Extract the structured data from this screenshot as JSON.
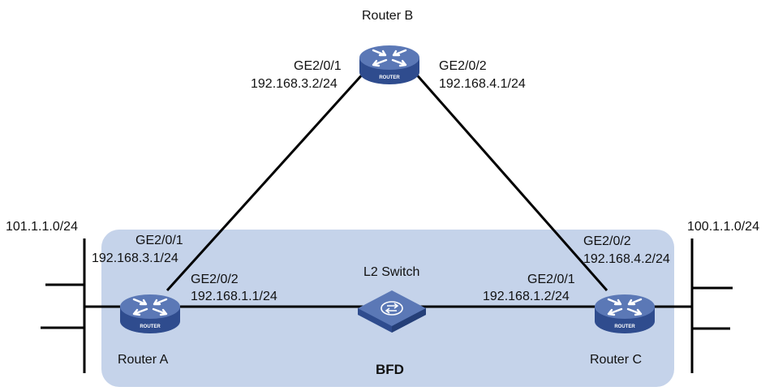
{
  "colors": {
    "bfd_area": "#c5d3ea",
    "router_top": "#5b78b6",
    "router_side": "#2f4c8e",
    "router_arrows": "#ffffff",
    "link": "#000000"
  },
  "devices": {
    "router_a": {
      "name": "Router A",
      "badge": "ROUTER",
      "icon": "router-icon"
    },
    "router_b": {
      "name": "Router B",
      "badge": "ROUTER",
      "icon": "router-icon"
    },
    "router_c": {
      "name": "Router C",
      "badge": "ROUTER",
      "icon": "router-icon"
    },
    "l2_switch": {
      "name": "L2 Switch",
      "icon": "switch-icon"
    }
  },
  "interfaces": {
    "b_ge201": {
      "port": "GE2/0/1",
      "ip": "192.168.3.2/24"
    },
    "b_ge202": {
      "port": "GE2/0/2",
      "ip": "192.168.4.1/24"
    },
    "a_ge201": {
      "port": "GE2/0/1",
      "ip": "192.168.3.1/24"
    },
    "a_ge202": {
      "port": "GE2/0/2",
      "ip": "192.168.1.1/24"
    },
    "c_ge201": {
      "port": "GE2/0/1",
      "ip": "192.168.1.2/24"
    },
    "c_ge202": {
      "port": "GE2/0/2",
      "ip": "192.168.4.2/24"
    }
  },
  "networks": {
    "left": "101.1.1.0/24",
    "right": "100.1.1.0/24"
  },
  "bfd_label": "BFD"
}
